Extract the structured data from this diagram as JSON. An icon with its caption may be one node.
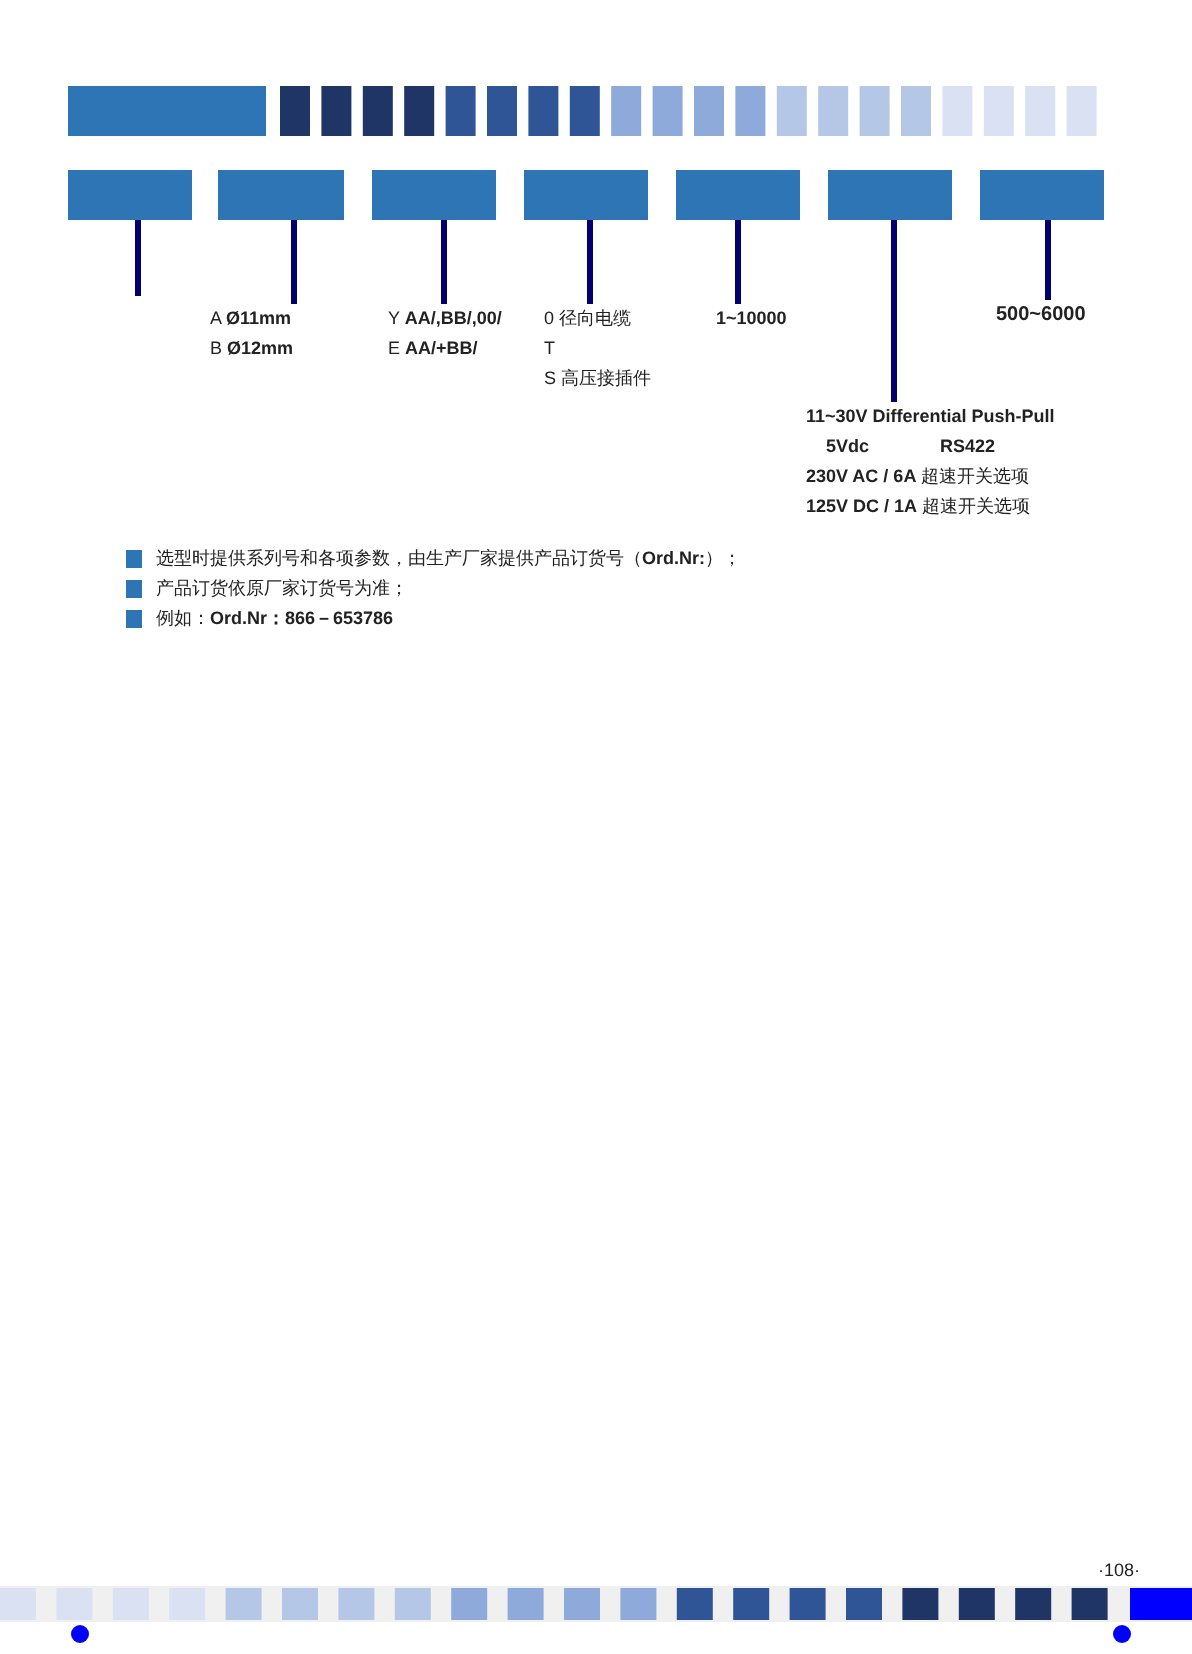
{
  "diagram": {
    "nodes": [
      {
        "text": [],
        "shape": "bar"
      },
      {
        "text": [],
        "shape": "bar"
      },
      {
        "text": [],
        "shape": "bar"
      },
      {
        "text": [],
        "shape": "bar"
      },
      {
        "text": [],
        "shape": "bar"
      },
      {
        "text": [],
        "shape": "bar"
      },
      {
        "text": [],
        "shape": "bar"
      },
      {
        "text": [
          "A **Ø11mm**",
          "B **Ø12mm**"
        ]
      },
      {
        "text": [
          "Y **AA/,BB/,00/**",
          "E **AA/+BB/**"
        ]
      },
      {
        "text": [
          "0 径向电缆",
          "T",
          "S 高压接插件"
        ]
      },
      {
        "text": [
          "1~10000"
        ]
      },
      {
        "text": [
          "11~30V Differential Push-Pull",
          "5Vdc",
          "RS422",
          "**230V AC / 6A** 超速开关选项",
          "**125V DC / 1A** 超速开关选项"
        ]
      },
      {
        "text": [
          "500~6000"
        ]
      }
    ],
    "edges": [
      {
        "from": 0,
        "to": null,
        "arrow": "none"
      },
      {
        "from": 1,
        "to": 7,
        "arrow": "none"
      },
      {
        "from": 2,
        "to": 8,
        "arrow": "none"
      },
      {
        "from": 3,
        "to": 9,
        "arrow": "none"
      },
      {
        "from": 4,
        "to": 10,
        "arrow": "none"
      },
      {
        "from": 5,
        "to": 11,
        "arrow": "none"
      },
      {
        "from": 6,
        "to": 12,
        "arrow": "none"
      }
    ],
    "labels": [
      "选型时提供系列号和各项参数，由生产厂家提供产品订货号（**Ord.Nr:**）；",
      "产品订货依原厂家订货号为准；",
      "例如：**Ord.Nr：866－653786**",
      "·108·"
    ]
  }
}
